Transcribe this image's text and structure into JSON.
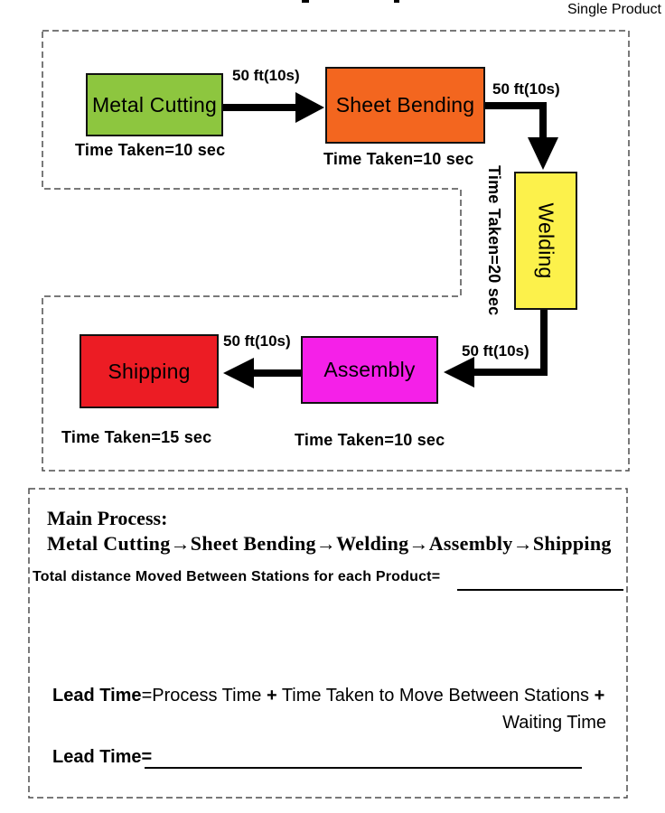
{
  "page": {
    "corner_label": "Single Product"
  },
  "diagram": {
    "stations": [
      {
        "label": "Metal Cutting",
        "time": "Time Taken=10 sec",
        "color": "#8DC63F"
      },
      {
        "label": "Sheet Bending",
        "time": "Time Taken=10 sec",
        "color": "#F3661F"
      },
      {
        "label": "Welding",
        "time": "Time Taken=20 sec",
        "color": "#FCF14B"
      },
      {
        "label": "Assembly",
        "time": "Time Taken=10 sec",
        "color": "#F520E8"
      },
      {
        "label": "Shipping",
        "time": "Time Taken=15 sec",
        "color": "#EC1C24"
      }
    ],
    "transfers": [
      {
        "label": "50 ft(10s)"
      },
      {
        "label": "50 ft(10s)"
      },
      {
        "label": "50 ft(10s)"
      },
      {
        "label": "50 ft(10s)"
      }
    ]
  },
  "summary": {
    "main_process_title": "Main Process:",
    "main_process_sequence": "Metal Cutting→Sheet Bending→Welding→Assembly→Shipping",
    "total_distance_label": "Total distance Moved Between Stations for each Product=",
    "lead_time_formula": [
      {
        "text": "Lead Time"
      },
      {
        "text": "=Process Time "
      },
      {
        "text": "+"
      },
      {
        "text": " Time Taken to Move Between Stations "
      },
      {
        "text": "+"
      }
    ],
    "waiting_time_label": "Waiting Time",
    "lead_time_blank_label": "Lead Time="
  }
}
